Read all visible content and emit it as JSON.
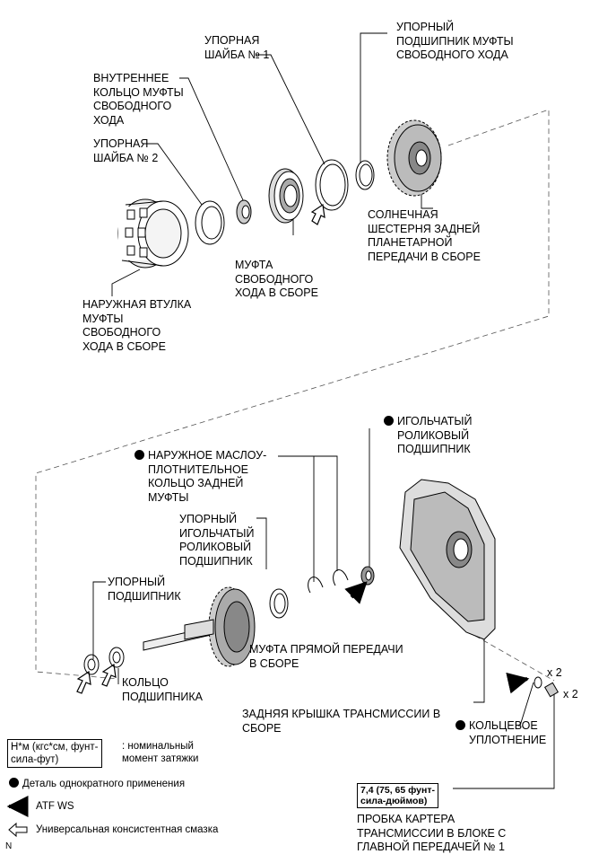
{
  "labels": {
    "thrust_washer_1": "УПОРНАЯ\nШАЙБА № 1",
    "oneway_thrust_bearing": "УПОРНЫЙ\nПОДШИПНИК МУФТЫ\nСВОБОДНОГО ХОДА",
    "oneway_inner_race": "ВНУТРЕННЕЕ\nКОЛЬЦО МУФТЫ\nСВОБОДНОГО\nХОДА",
    "thrust_washer_2": "УПОРНАЯ\nШАЙБА № 2",
    "rear_sun_gear": "СОЛНЕЧНАЯ\nШЕСТЕРНЯ ЗАДНЕЙ\nПЛАНЕТАРНОЙ\nПЕРЕДАЧИ В СБОРЕ",
    "oneway_clutch": "МУФТА\nСВОБОДНОГО\nХОДА В СБОРЕ",
    "oneway_outer_race": "НАРУЖНАЯ ВТУЛКА\nМУФТЫ\nСВОБОДНОГО\nХОДА В СБОРЕ",
    "needle_bearing": "ИГОЛЬЧАТЫЙ\nРОЛИКОВЫЙ\nПОДШИПНИК",
    "outer_oil_seal_ring": "НАРУЖНОЕ МАСЛОУ-\nПЛОТНИТЕЛЬНОЕ\nКОЛЬЦО ЗАДНЕЙ\nМУФТЫ",
    "thrust_needle_bearing": "УПОРНЫЙ\nИГОЛЬЧАТЫЙ\nРОЛИКОВЫЙ\nПОДШИПНИК",
    "thrust_bearing": "УПОРНЫЙ\nПОДШИПНИК",
    "direct_clutch": "МУФТА ПРЯМОЙ ПЕРЕДАЧИ\nВ СБОРЕ",
    "bearing_race": "КОЛЬЦО\nПОДШИПНИКА",
    "rear_cover": "ЗАДНЯЯ КРЫШКА ТРАНСМИССИИ В\nСБОРЕ",
    "o_ring": "КОЛЬЦЕВОЕ\nУПЛОТНЕНИЕ",
    "drain_plug": "ПРОБКА КАРТЕРА\nТРАНСМИССИИ В БЛОКЕ С\nГЛАВНОЙ ПЕРЕДАЧЕЙ № 1",
    "qty_oring": "x 2",
    "qty_plug": "x 2"
  },
  "torque_value": "7,4 (75, 65 фунт-\nсила-дюймов)",
  "legend": {
    "torque_units": "Н*м (кгс*см, фунт-\nсила-фут)",
    "torque_desc": ": номинальный\nмомент затяжки",
    "non_reusable": "Деталь однократного применения",
    "atf": "ATF WS",
    "grease": "Универсальная консистентная смазка"
  },
  "footer_code": "N"
}
